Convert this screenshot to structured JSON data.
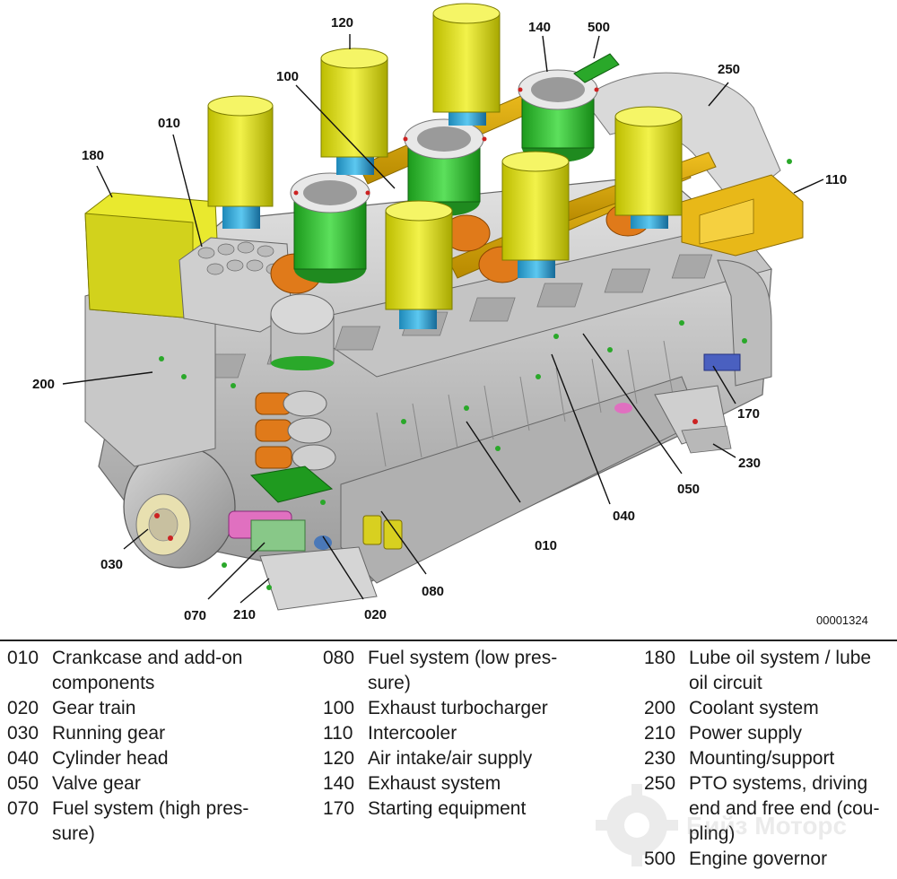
{
  "figure_id": "00001324",
  "watermark_text": "Бийз Моторс",
  "callouts": [
    {
      "label": "010"
    },
    {
      "label": "010"
    },
    {
      "label": "020"
    },
    {
      "label": "030"
    },
    {
      "label": "040"
    },
    {
      "label": "050"
    },
    {
      "label": "070"
    },
    {
      "label": "080"
    },
    {
      "label": "100"
    },
    {
      "label": "110"
    },
    {
      "label": "120"
    },
    {
      "label": "140"
    },
    {
      "label": "170"
    },
    {
      "label": "180"
    },
    {
      "label": "200"
    },
    {
      "label": "210"
    },
    {
      "label": "230"
    },
    {
      "label": "250"
    },
    {
      "label": "500"
    }
  ],
  "legend": {
    "col1": [
      {
        "code": "010",
        "lines": [
          "Crankcase and add-on",
          "components"
        ]
      },
      {
        "code": "020",
        "lines": [
          "Gear train"
        ]
      },
      {
        "code": "030",
        "lines": [
          "Running gear"
        ]
      },
      {
        "code": "040",
        "lines": [
          "Cylinder head"
        ]
      },
      {
        "code": "050",
        "lines": [
          "Valve gear"
        ]
      },
      {
        "code": "070",
        "lines": [
          "Fuel system (high pres-",
          "sure)"
        ]
      }
    ],
    "col2": [
      {
        "code": "080",
        "lines": [
          "Fuel system (low pres-",
          "sure)"
        ]
      },
      {
        "code": "100",
        "lines": [
          "Exhaust turbocharger"
        ]
      },
      {
        "code": "110",
        "lines": [
          "Intercooler"
        ]
      },
      {
        "code": "120",
        "lines": [
          "Air intake/air supply"
        ]
      },
      {
        "code": "140",
        "lines": [
          "Exhaust system"
        ]
      },
      {
        "code": "170",
        "lines": [
          "Starting equipment"
        ]
      }
    ],
    "col3": [
      {
        "code": "180",
        "lines": [
          "Lube oil system / lube",
          "oil circuit"
        ]
      },
      {
        "code": "200",
        "lines": [
          "Coolant system"
        ]
      },
      {
        "code": "210",
        "lines": [
          "Power supply"
        ]
      },
      {
        "code": "230",
        "lines": [
          "Mounting/support"
        ]
      },
      {
        "code": "250",
        "lines": [
          "PTO systems, driving",
          "end and free end (cou-",
          "pling)"
        ]
      },
      {
        "code": "500",
        "lines": [
          "Engine governor"
        ]
      }
    ]
  }
}
